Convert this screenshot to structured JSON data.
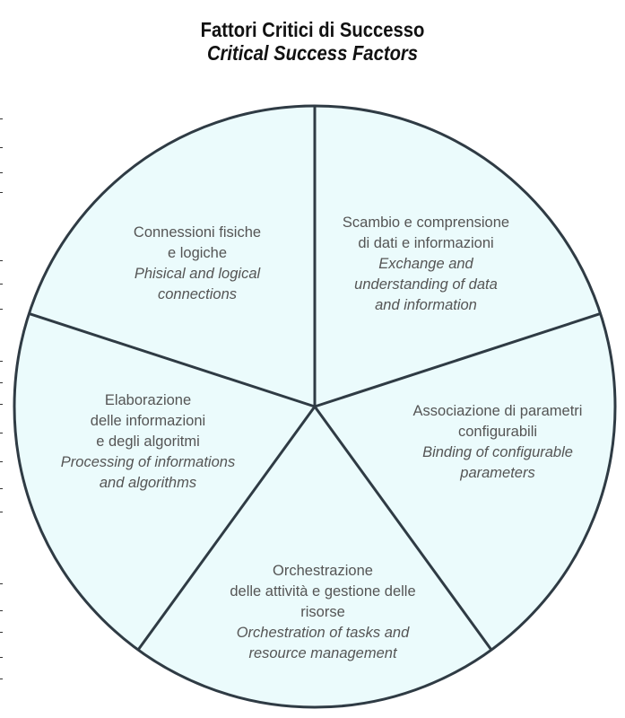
{
  "title": {
    "it": "Fattori Critici di Successo",
    "en": "Critical Success Factors"
  },
  "colors": {
    "segment_fill": "#ebfbfc",
    "segment_stroke": "#2f3b44",
    "text": "#555555",
    "title": "#111111"
  },
  "segments": [
    {
      "it": "Connessioni fisiche\ne logiche",
      "en": "Phisical and logical\nconnections"
    },
    {
      "it": "Scambio e comprensione\ndi dati e informazioni",
      "en": "Exchange and\nunderstanding of data\nand information"
    },
    {
      "it": "Associazione di parametri\nconfigurabili",
      "en": "Binding of configurable\nparameters"
    },
    {
      "it": "Orchestrazione\ndelle attività e gestione delle\nrisorse",
      "en": "Orchestration of tasks and\nresource management"
    },
    {
      "it": "Elaborazione\ndelle informazioni\ne degli algoritmi",
      "en": "Processing of informations\nand algorithms"
    }
  ]
}
